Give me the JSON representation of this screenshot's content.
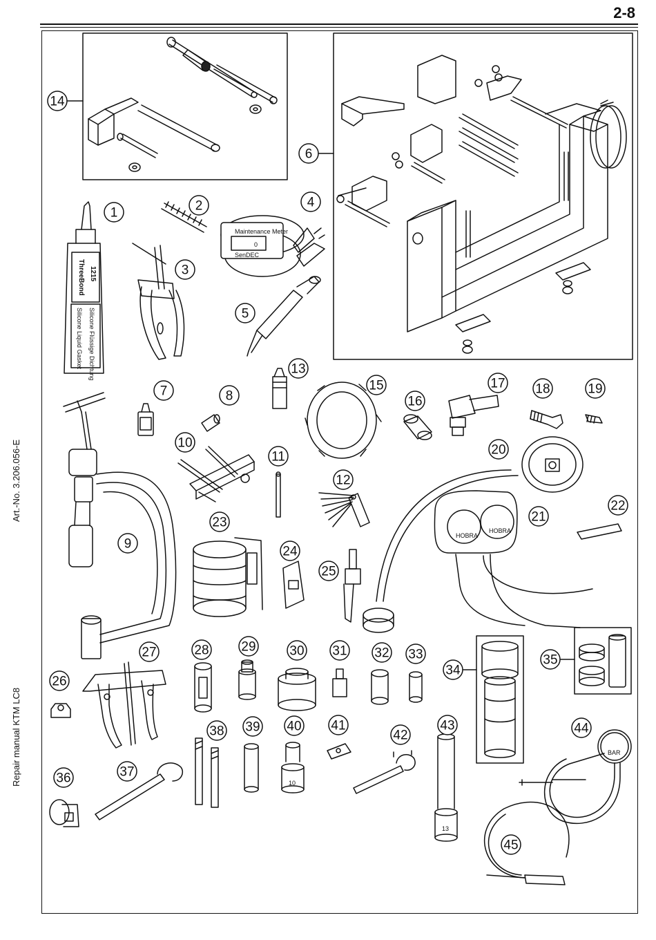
{
  "page": {
    "number": "2-8",
    "side_article": "Art.-No.  3.206.056-E",
    "side_manual": "Repair manual  KTM LC8"
  },
  "callouts": [
    "1",
    "2",
    "3",
    "4",
    "5",
    "6",
    "7",
    "8",
    "9",
    "10",
    "11",
    "12",
    "13",
    "14",
    "15",
    "16",
    "17",
    "18",
    "19",
    "20",
    "21",
    "22",
    "23",
    "24",
    "25",
    "26",
    "27",
    "28",
    "29",
    "30",
    "31",
    "32",
    "33",
    "34",
    "35",
    "36",
    "37",
    "38",
    "39",
    "40",
    "41",
    "42",
    "43",
    "44",
    "45"
  ],
  "product_labels": {
    "tube_brand": "ThreeBond",
    "tube_number": "1215",
    "tube_desc_1": "Silicone Liquid Gasket",
    "tube_desc_2": "Silicone Flüssige Dichtung",
    "meter_title": "Maintenance Meter",
    "meter_display": "0",
    "meter_brand": "SenDEC",
    "socket_40": "10",
    "socket_43": "13",
    "gauge_44": "BAR",
    "gauge_21_left": "HOBRA",
    "gauge_21_right": "HOBRA"
  }
}
